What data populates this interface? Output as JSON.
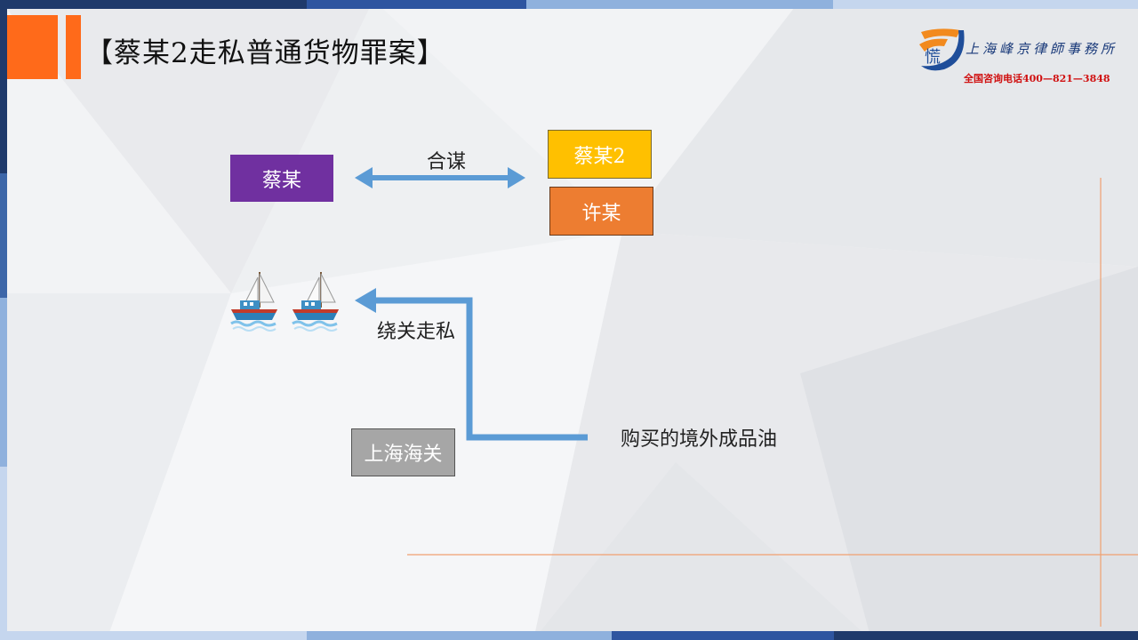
{
  "title": "【蔡某2走私普通货物罪案】",
  "logo": {
    "mark": "慌",
    "name": "上海峰京律師事務所",
    "phone": "全国咨询电话400—821—3848"
  },
  "diagram": {
    "party_a": "蔡某",
    "party_b": "蔡某2",
    "party_c": "许某",
    "conspiracy_label": "合谋",
    "smuggling_label": "绕关走私",
    "oil_label": "购买的境外成品油",
    "customs_label": "上海海关"
  },
  "colors": {
    "purple": "#7030a0",
    "yellow": "#ffc000",
    "orange": "#ed7d31",
    "gray": "#a6a6a6",
    "arrow": "#5b9bd5",
    "accent_orange": "#ff6a1a"
  },
  "icons": [
    "ship-icon",
    "ship-icon"
  ]
}
